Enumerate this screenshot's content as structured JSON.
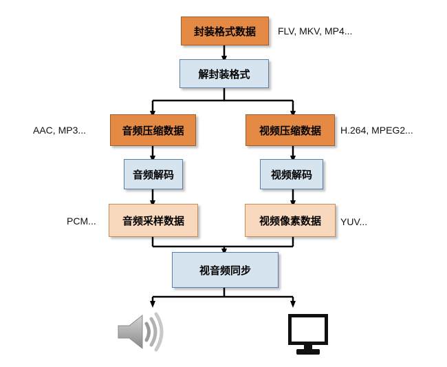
{
  "colors": {
    "container_dark": "#e58a45",
    "container_light": "#f9d9bd",
    "codec": "#d6e4f0",
    "arrow": "#000000"
  },
  "nodes": {
    "container_data": "封装格式数据",
    "demux": "解封装格式",
    "audio_compressed": "音频压缩数据",
    "video_compressed": "视频压缩数据",
    "audio_decode": "音频解码",
    "video_decode": "视频解码",
    "audio_raw": "音频采样数据",
    "video_raw": "视频像素数据",
    "av_sync": "视音频同步"
  },
  "annotations": {
    "container_formats": "FLV, MKV, MP4...",
    "audio_formats": "AAC, MP3...",
    "video_formats": "H.264, MPEG2...",
    "audio_raw_formats": "PCM...",
    "video_raw_formats": "YUV..."
  },
  "outputs": {
    "speaker": "speaker-icon",
    "monitor": "monitor-icon"
  }
}
